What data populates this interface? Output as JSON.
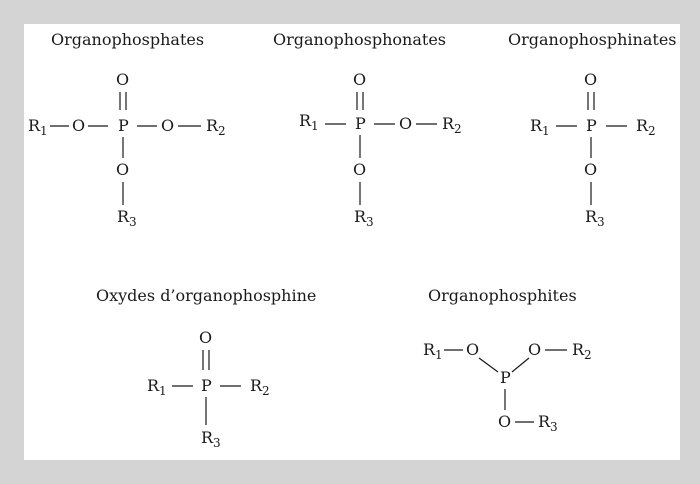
{
  "structures": [
    {
      "title": "Organophosphates",
      "atoms": {
        "o_top": "O",
        "r1": "R",
        "r1_sub": "1",
        "o_left": "O",
        "p": "P",
        "o_right": "O",
        "r2": "R",
        "r2_sub": "2",
        "o_bottom": "O",
        "r3": "R",
        "r3_sub": "3"
      }
    },
    {
      "title": "Organophosphonates",
      "atoms": {
        "o_top": "O",
        "r1": "R",
        "r1_sub": "1",
        "p": "P",
        "o_right": "O",
        "r2": "R",
        "r2_sub": "2",
        "o_bottom": "O",
        "r3": "R",
        "r3_sub": "3"
      }
    },
    {
      "title": "Organophosphinates",
      "atoms": {
        "o_top": "O",
        "r1": "R",
        "r1_sub": "1",
        "p": "P",
        "r2": "R",
        "r2_sub": "2",
        "o_bottom": "O",
        "r3": "R",
        "r3_sub": "3"
      }
    },
    {
      "title": "Oxydes d’organophosphine",
      "atoms": {
        "o_top": "O",
        "r1": "R",
        "r1_sub": "1",
        "p": "P",
        "r2": "R",
        "r2_sub": "2",
        "r3": "R",
        "r3_sub": "3"
      }
    },
    {
      "title": "Organophosphites",
      "atoms": {
        "r1": "R",
        "r1_sub": "1",
        "o_left": "O",
        "o_right": "O",
        "r2": "R",
        "r2_sub": "2",
        "p": "P",
        "o_bottom": "O",
        "r3": "R",
        "r3_sub": "3"
      }
    }
  ]
}
